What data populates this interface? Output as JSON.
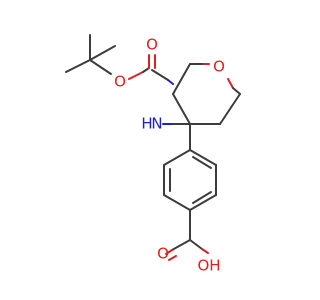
{
  "molecule": {
    "atom_labels": [
      {
        "id": "o-carbonyl-boc",
        "text": "O",
        "color": "#e02020"
      },
      {
        "id": "o-ester-boc",
        "text": "O",
        "color": "#e02020"
      },
      {
        "id": "n-amine",
        "text": "N",
        "color": "#2020c8"
      },
      {
        "id": "h-amine",
        "text": "H",
        "color": "#2020c8"
      },
      {
        "id": "o-ring",
        "text": "O",
        "color": "#e02020"
      },
      {
        "id": "o-acid-carbonyl",
        "text": "O",
        "color": "#e02020"
      },
      {
        "id": "o-acid-hydroxyl",
        "text": "OH",
        "color": "#e02020"
      }
    ],
    "colors": {
      "carbon_bond": "#3c3c3c",
      "oxygen": "#e02020",
      "nitrogen": "#2020c8",
      "background": "#ffffff"
    }
  }
}
